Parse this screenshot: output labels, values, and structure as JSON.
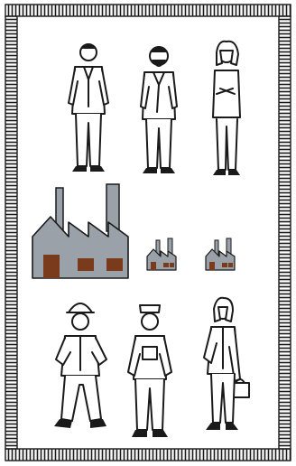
{
  "colors": {
    "ink": "#1a1a1a",
    "paper": "#ffffff",
    "factory_wall": "#9aa1a8",
    "factory_door": "#7a3b1c"
  },
  "rows": [
    {
      "name": "office-workers",
      "figures": [
        "businessman-icon",
        "bearded-businessman-icon",
        "businesswoman-icon"
      ]
    },
    {
      "name": "factories",
      "figures": [
        "large-factory-icon",
        "small-factory-icon",
        "small-factory-icon"
      ]
    },
    {
      "name": "blue-collar-workers",
      "figures": [
        "hardhat-worker-icon",
        "mechanic-in-overalls-icon",
        "female-worker-with-toolbox-icon"
      ]
    }
  ]
}
